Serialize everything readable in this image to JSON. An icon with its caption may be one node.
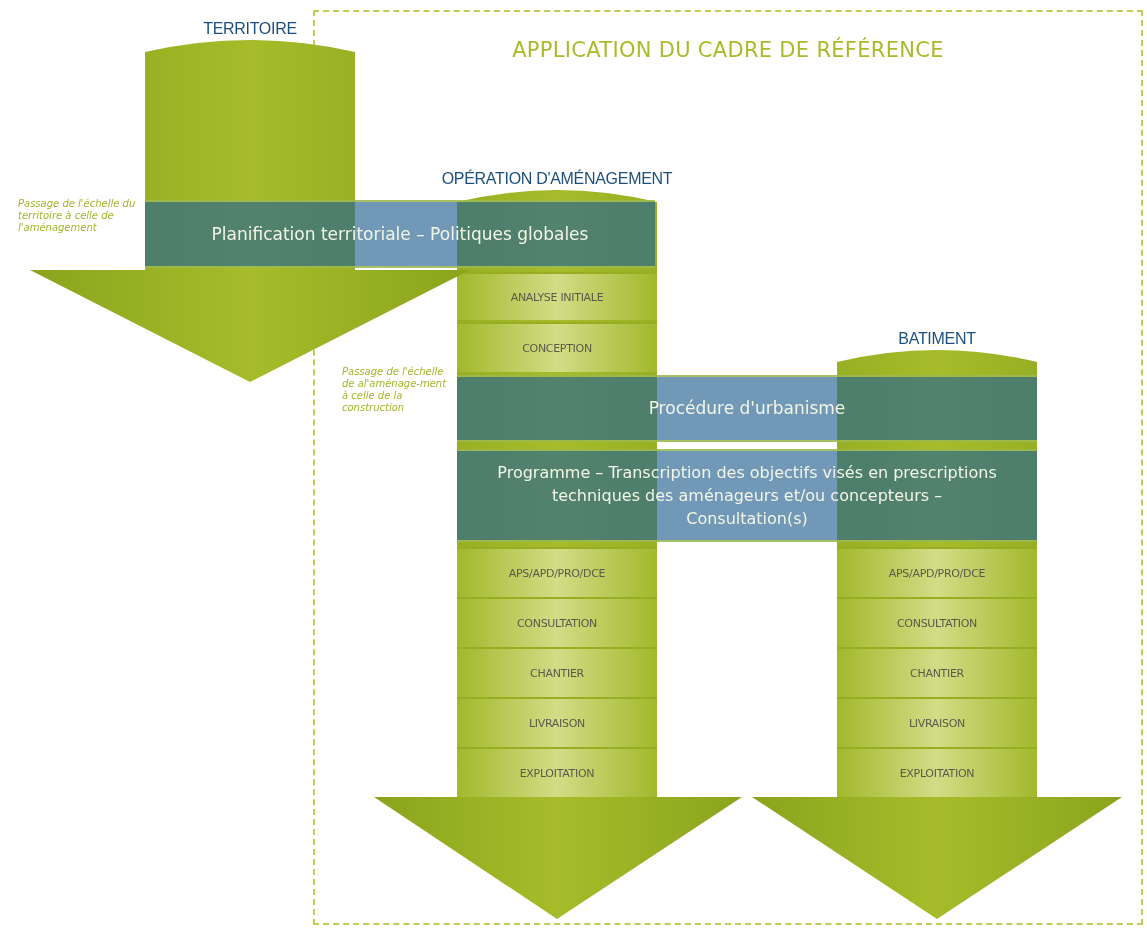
{
  "diagram": {
    "nodes": [
      {
        "text": [
          "APPLICATION DU CADRE DE RÉFÉRENCE"
        ]
      },
      {
        "text": [
          "TERRITOIRE"
        ]
      },
      {
        "text": [
          "OPÉRATION D'AMÉNAGEMENT"
        ],
        "in": 0
      },
      {
        "text": [
          "Planification territoriale – Politiques globales"
        ]
      },
      {
        "text": [
          "ANALYSE INITIALE"
        ],
        "in": 2
      },
      {
        "text": [
          "CONCEPTION"
        ],
        "in": 2
      },
      {
        "text": [
          "BATIMENT"
        ],
        "in": 0
      },
      {
        "text": [
          "Procédure d'urbanisme"
        ],
        "in": 0
      },
      {
        "text": [
          "Programme – Transcription des objectifs visés en prescriptions techniques des aménageurs et/ou concepteurs – Consultation(s)"
        ],
        "in": 0
      },
      {
        "text": [
          "APS/APD/PRO/DCE"
        ],
        "in": 2
      },
      {
        "text": [
          "CONSULTATION"
        ],
        "in": 2
      },
      {
        "text": [
          "CHANTIER"
        ],
        "in": 2
      },
      {
        "text": [
          "LIVRAISON"
        ],
        "in": 2
      },
      {
        "text": [
          "EXPLOITATION"
        ],
        "in": 2
      },
      {
        "text": [
          "APS/APD/PRO/DCE"
        ],
        "in": 6
      },
      {
        "text": [
          "CONSULTATION"
        ],
        "in": 6
      },
      {
        "text": [
          "CHANTIER"
        ],
        "in": 6
      },
      {
        "text": [
          "LIVRAISON"
        ],
        "in": 6
      },
      {
        "text": [
          "EXPLOITATION"
        ],
        "in": 6
      }
    ],
    "labels": [
      "Passage de l'échelle du territoire à celle de l'aménagement",
      "Passage de l'échelle de al'aménage-ment à celle de la construction"
    ]
  }
}
